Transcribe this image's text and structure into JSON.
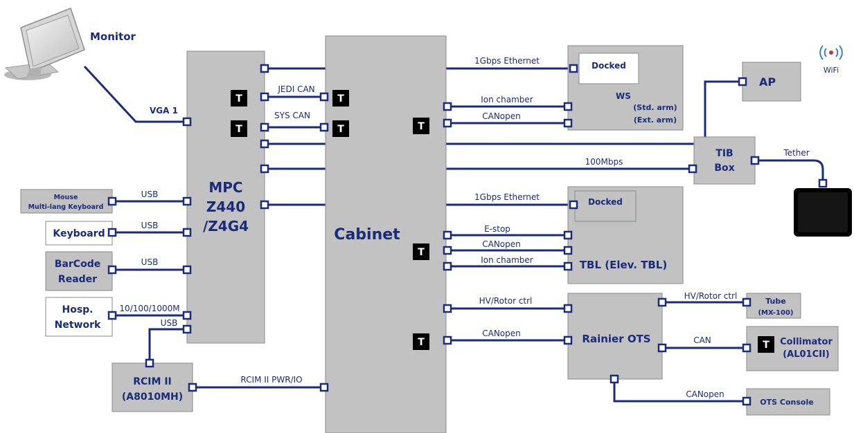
{
  "colors": {
    "navy": "#1a2b7a",
    "box_fill": "#c2c2c2",
    "box_stroke": "#8a8a8a",
    "terminator": "#000000",
    "wifi_blue": "#3a7fc8"
  },
  "components": {
    "monitor": "Monitor",
    "vga": "VGA 1",
    "mpc": [
      "MPC",
      "Z440",
      "/Z4G4"
    ],
    "cabinet": "Cabinet",
    "mouse": [
      "Mouse",
      "Multi-lang Keyboard"
    ],
    "keyboard": "Keyboard",
    "barcode": [
      "BarCode",
      "Reader"
    ],
    "hosp_network": [
      "Hosp.",
      "Network"
    ],
    "rcim": [
      "RCIM II",
      "(A8010MH)"
    ],
    "ws_docked": "Docked",
    "ws": [
      "WS",
      "(Std. arm)",
      "(Ext. arm)"
    ],
    "ap": "AP",
    "wifi": "WiFi",
    "tib": [
      "TIB",
      "Box"
    ],
    "tether": "Tether",
    "tbl_docked": "Docked",
    "tbl": "TBL (Elev. TBL)",
    "rainier": "Rainier OTS",
    "tube": [
      "Tube",
      "(MX-100)"
    ],
    "collimator": [
      "Collimator",
      "(AL01CII)"
    ],
    "ots_console": "OTS Console",
    "terminator": "T"
  },
  "links": {
    "eth_ws": "1Gbps Ethernet",
    "jedi_can": "JEDI CAN",
    "sys_can": "SYS CAN",
    "ion_chamber_ws": "Ion chamber",
    "canopen_ws": "CANopen",
    "mbps100": "100Mbps",
    "eth_tbl": "1Gbps Ethernet",
    "estop": "E-stop",
    "canopen_tbl": "CANopen",
    "ion_chamber_tbl": "Ion chamber",
    "hv_rotor": "HV/Rotor ctrl",
    "canopen_ots": "CANopen",
    "hv_rotor_tube": "HV/Rotor ctrl",
    "can_coll": "CAN",
    "canopen_console": "CANopen",
    "usb_mouse": "USB",
    "usb_keyboard": "USB",
    "usb_barcode": "USB",
    "network_speed": "10/100/1000M",
    "usb_rcim": "USB",
    "rcim_pwr": "RCIM II PWR/IO"
  }
}
